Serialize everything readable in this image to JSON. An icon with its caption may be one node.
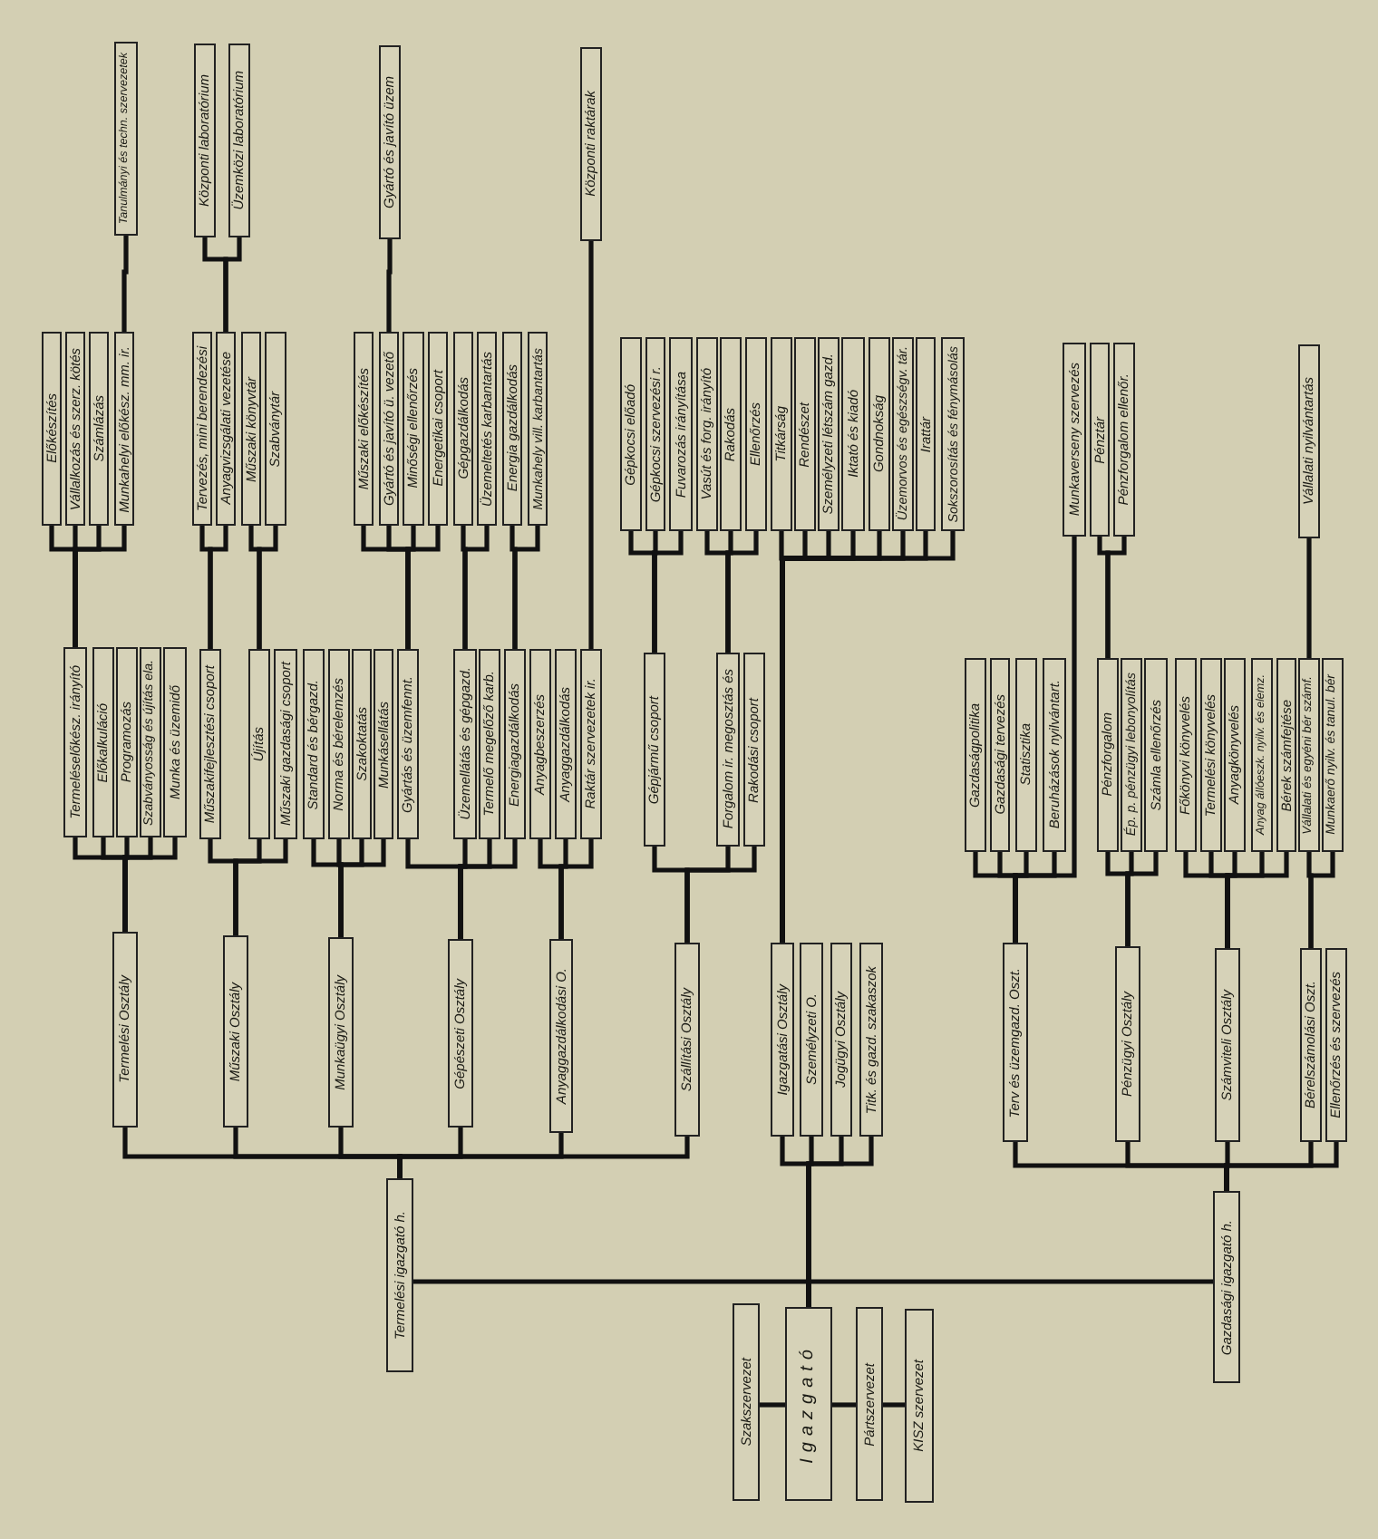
{
  "diagram": {
    "nodes": [
      {
        "text": [
          "Szakszervezet"
        ]
      },
      {
        "text": [
          "Igazgató"
        ]
      },
      {
        "text": [
          "Pártszervezet"
        ]
      },
      {
        "text": [
          "KISZ szervezet"
        ]
      },
      {
        "text": [
          "Termelési igazgató h."
        ]
      },
      {
        "text": [
          "Gazdasági igazgató h."
        ]
      },
      {
        "text": [
          "Termelési Osztály"
        ]
      },
      {
        "text": [
          "Műszaki Osztály"
        ]
      },
      {
        "text": [
          "Munkaügyi Osztály"
        ]
      },
      {
        "text": [
          "Gépészeti Osztály"
        ]
      },
      {
        "text": [
          "Anyaggazdálkodási O."
        ]
      },
      {
        "text": [
          "Szállítási Osztály"
        ]
      },
      {
        "text": [
          "Igazgatási Osztály"
        ]
      },
      {
        "text": [
          "Személyzeti O."
        ]
      },
      {
        "text": [
          "Jogügyi Osztály"
        ]
      },
      {
        "text": [
          "Titk. és gazd. szakaszok"
        ]
      },
      {
        "text": [
          "Terv és üzemgazd. Oszt."
        ]
      },
      {
        "text": [
          "Pénzügyi Osztály"
        ]
      },
      {
        "text": [
          "Számviteli Osztály"
        ]
      },
      {
        "text": [
          "Bérelszámolási Oszt."
        ]
      },
      {
        "text": [
          "Ellenőrzés és szervezés"
        ]
      },
      {
        "text": [
          "Termeléselőkész. irányító"
        ]
      },
      {
        "text": [
          "Előkalkuláció"
        ]
      },
      {
        "text": [
          "Programozás"
        ]
      },
      {
        "text": [
          "Szabványosság és újítás ela."
        ]
      },
      {
        "text": [
          "Munka és üzemidő"
        ]
      },
      {
        "text": [
          "Műszakifejlesztési csoport"
        ]
      },
      {
        "text": [
          "Újítás"
        ]
      },
      {
        "text": [
          "Műszaki gazdasági csoport"
        ]
      },
      {
        "text": [
          "Standard és bérgazd."
        ]
      },
      {
        "text": [
          "Norma és bérelemzés"
        ]
      },
      {
        "text": [
          "Szakoktatás"
        ]
      },
      {
        "text": [
          "Munkásellátás"
        ]
      },
      {
        "text": [
          "Gyártás és üzemfennt."
        ]
      },
      {
        "text": [
          "Üzemellátás és gépgazd."
        ]
      },
      {
        "text": [
          "Termelő megelőző karb."
        ]
      },
      {
        "text": [
          "Energiagazdálkodás"
        ]
      },
      {
        "text": [
          "Anyagbeszerzés"
        ]
      },
      {
        "text": [
          "Anyaggazdálkodás"
        ]
      },
      {
        "text": [
          "Raktár szervezetek ir."
        ]
      },
      {
        "text": [
          "Gépjármű csoport"
        ]
      },
      {
        "text": [
          "Forgalom ir. megosztás és"
        ]
      },
      {
        "text": [
          "Rakodási csoport"
        ]
      },
      {
        "text": [
          "Gazdaságpolitika"
        ]
      },
      {
        "text": [
          "Gazdasági tervezés"
        ]
      },
      {
        "text": [
          "Statisztika"
        ]
      },
      {
        "text": [
          "Beruházások nyilvántart."
        ]
      },
      {
        "text": [
          "Pénzforgalom"
        ]
      },
      {
        "text": [
          "Ép. p. pénzügyi lebonyolítás"
        ]
      },
      {
        "text": [
          "Számla ellenőrzés"
        ]
      },
      {
        "text": [
          "Főkönyvi könyvelés"
        ]
      },
      {
        "text": [
          "Termelési könyvelés"
        ]
      },
      {
        "text": [
          "Anyagkönyvelés"
        ]
      },
      {
        "text": [
          "Anyag állóeszk. nyilv. és elemz."
        ]
      },
      {
        "text": [
          "Bérek számfejtése"
        ]
      },
      {
        "text": [
          "Vállalati és egyéni bér számf."
        ]
      },
      {
        "text": [
          "Munkaerő nyilv. és tanul. bér"
        ]
      },
      {
        "text": [
          "Előkészítés"
        ]
      },
      {
        "text": [
          "Vállalkozás és szerz. kötés"
        ]
      },
      {
        "text": [
          "Számlázás"
        ]
      },
      {
        "text": [
          "Munkahelyi előkész. mm. ir."
        ]
      },
      {
        "text": [
          "Tervezés, mini berendezési"
        ]
      },
      {
        "text": [
          "Anyagvizsgálati vezetése"
        ]
      },
      {
        "text": [
          "Műszaki könyvtár"
        ]
      },
      {
        "text": [
          "Szabványtár"
        ]
      },
      {
        "text": [
          "Műszaki előkészítés"
        ]
      },
      {
        "text": [
          "Gyártó és javító ü. vezető"
        ]
      },
      {
        "text": [
          "Minőségi ellenőrzés"
        ]
      },
      {
        "text": [
          "Energetikai csoport"
        ]
      },
      {
        "text": [
          "Gépgazdálkodás"
        ]
      },
      {
        "text": [
          "Üzemeltetés karbantartás"
        ]
      },
      {
        "text": [
          "Energia gazdálkodás"
        ]
      },
      {
        "text": [
          "Munkahely vill. karbantartás"
        ]
      },
      {
        "text": [
          "Gépkocsi előadó"
        ]
      },
      {
        "text": [
          "Gépkocsi szervezési r."
        ]
      },
      {
        "text": [
          "Fuvarozás irányítása"
        ]
      },
      {
        "text": [
          "Vasút és forg. irányító"
        ]
      },
      {
        "text": [
          "Rakodás"
        ]
      },
      {
        "text": [
          "Ellenőrzés"
        ]
      },
      {
        "text": [
          "Titkárság"
        ]
      },
      {
        "text": [
          "Rendészet"
        ]
      },
      {
        "text": [
          "Személyzeti létszám gazd."
        ]
      },
      {
        "text": [
          "Iktató és kiadó"
        ]
      },
      {
        "text": [
          "Gondnokság"
        ]
      },
      {
        "text": [
          "Üzemorvos és egészségv. tár."
        ]
      },
      {
        "text": [
          "Irattár"
        ]
      },
      {
        "text": [
          "Sokszorosítás és fénymásolás"
        ]
      },
      {
        "text": [
          "Munkaverseny szervezés"
        ]
      },
      {
        "text": [
          "Pénztár"
        ]
      },
      {
        "text": [
          "Pénzforgalom ellenőr."
        ]
      },
      {
        "text": [
          "Vállalati nyilvántartás"
        ]
      },
      {
        "text": [
          "Tanulmányi és techn. szervezetek"
        ]
      },
      {
        "text": [
          "Központi laboratórium"
        ]
      },
      {
        "text": [
          "Üzemközi laboratórium"
        ]
      },
      {
        "text": [
          "Gyártó és javító üzem"
        ]
      },
      {
        "text": [
          "Központi raktárak"
        ]
      }
    ],
    "edges": [
      {
        "from": 1,
        "to": 0,
        "arrow": "none"
      },
      {
        "from": 1,
        "to": 2,
        "arrow": "none"
      },
      {
        "from": 2,
        "to": 3,
        "arrow": "none"
      },
      {
        "from": 1,
        "to": 4,
        "arrow": "none"
      },
      {
        "from": 1,
        "to": 5,
        "arrow": "none"
      },
      {
        "from": 1,
        "to": 12,
        "arrow": "none"
      },
      {
        "from": 1,
        "to": 13,
        "arrow": "none"
      },
      {
        "from": 1,
        "to": 14,
        "arrow": "none"
      },
      {
        "from": 1,
        "to": 15,
        "arrow": "none"
      },
      {
        "from": 4,
        "to": 6,
        "arrow": "none"
      },
      {
        "from": 4,
        "to": 7,
        "arrow": "none"
      },
      {
        "from": 4,
        "to": 8,
        "arrow": "none"
      },
      {
        "from": 4,
        "to": 9,
        "arrow": "none"
      },
      {
        "from": 4,
        "to": 10,
        "arrow": "none"
      },
      {
        "from": 4,
        "to": 11,
        "arrow": "none"
      },
      {
        "from": 5,
        "to": 16,
        "arrow": "none"
      },
      {
        "from": 5,
        "to": 17,
        "arrow": "none"
      },
      {
        "from": 5,
        "to": 18,
        "arrow": "none"
      },
      {
        "from": 5,
        "to": 19,
        "arrow": "none"
      },
      {
        "from": 5,
        "to": 20,
        "arrow": "none"
      },
      {
        "from": 6,
        "to": 21,
        "arrow": "none"
      },
      {
        "from": 6,
        "to": 22,
        "arrow": "none"
      },
      {
        "from": 6,
        "to": 23,
        "arrow": "none"
      },
      {
        "from": 6,
        "to": 24,
        "arrow": "none"
      },
      {
        "from": 6,
        "to": 25,
        "arrow": "none"
      },
      {
        "from": 7,
        "to": 26,
        "arrow": "none"
      },
      {
        "from": 7,
        "to": 27,
        "arrow": "none"
      },
      {
        "from": 7,
        "to": 28,
        "arrow": "none"
      },
      {
        "from": 8,
        "to": 29,
        "arrow": "none"
      },
      {
        "from": 8,
        "to": 30,
        "arrow": "none"
      },
      {
        "from": 8,
        "to": 31,
        "arrow": "none"
      },
      {
        "from": 8,
        "to": 32,
        "arrow": "none"
      },
      {
        "from": 9,
        "to": 33,
        "arrow": "none"
      },
      {
        "from": 9,
        "to": 34,
        "arrow": "none"
      },
      {
        "from": 9,
        "to": 35,
        "arrow": "none"
      },
      {
        "from": 9,
        "to": 36,
        "arrow": "none"
      },
      {
        "from": 10,
        "to": 37,
        "arrow": "none"
      },
      {
        "from": 10,
        "to": 38,
        "arrow": "none"
      },
      {
        "from": 10,
        "to": 39,
        "arrow": "none"
      },
      {
        "from": 11,
        "to": 40,
        "arrow": "none"
      },
      {
        "from": 11,
        "to": 41,
        "arrow": "none"
      },
      {
        "from": 11,
        "to": 42,
        "arrow": "none"
      },
      {
        "from": 16,
        "to": 43,
        "arrow": "none"
      },
      {
        "from": 16,
        "to": 44,
        "arrow": "none"
      },
      {
        "from": 16,
        "to": 45,
        "arrow": "none"
      },
      {
        "from": 16,
        "to": 46,
        "arrow": "none"
      },
      {
        "from": 16,
        "to": 87,
        "arrow": "none"
      },
      {
        "from": 17,
        "to": 47,
        "arrow": "none"
      },
      {
        "from": 17,
        "to": 48,
        "arrow": "none"
      },
      {
        "from": 17,
        "to": 49,
        "arrow": "none"
      },
      {
        "from": 18,
        "to": 50,
        "arrow": "none"
      },
      {
        "from": 18,
        "to": 51,
        "arrow": "none"
      },
      {
        "from": 18,
        "to": 52,
        "arrow": "none"
      },
      {
        "from": 18,
        "to": 53,
        "arrow": "none"
      },
      {
        "from": 18,
        "to": 54,
        "arrow": "none"
      },
      {
        "from": 19,
        "to": 55,
        "arrow": "none"
      },
      {
        "from": 19,
        "to": 56,
        "arrow": "none"
      },
      {
        "from": 21,
        "to": 57,
        "arrow": "none"
      },
      {
        "from": 21,
        "to": 58,
        "arrow": "none"
      },
      {
        "from": 21,
        "to": 59,
        "arrow": "none"
      },
      {
        "from": 21,
        "to": 60,
        "arrow": "none"
      },
      {
        "from": 26,
        "to": 61,
        "arrow": "none"
      },
      {
        "from": 26,
        "to": 62,
        "arrow": "none"
      },
      {
        "from": 27,
        "to": 63,
        "arrow": "none"
      },
      {
        "from": 27,
        "to": 64,
        "arrow": "none"
      },
      {
        "from": 33,
        "to": 65,
        "arrow": "none"
      },
      {
        "from": 33,
        "to": 66,
        "arrow": "none"
      },
      {
        "from": 33,
        "to": 67,
        "arrow": "none"
      },
      {
        "from": 33,
        "to": 68,
        "arrow": "none"
      },
      {
        "from": 34,
        "to": 69,
        "arrow": "none"
      },
      {
        "from": 34,
        "to": 70,
        "arrow": "none"
      },
      {
        "from": 36,
        "to": 71,
        "arrow": "none"
      },
      {
        "from": 36,
        "to": 72,
        "arrow": "none"
      },
      {
        "from": 40,
        "to": 73,
        "arrow": "none"
      },
      {
        "from": 40,
        "to": 74,
        "arrow": "none"
      },
      {
        "from": 40,
        "to": 75,
        "arrow": "none"
      },
      {
        "from": 41,
        "to": 76,
        "arrow": "none"
      },
      {
        "from": 41,
        "to": 77,
        "arrow": "none"
      },
      {
        "from": 41,
        "to": 78,
        "arrow": "none"
      },
      {
        "from": 12,
        "to": 79,
        "arrow": "none"
      },
      {
        "from": 12,
        "to": 80,
        "arrow": "none"
      },
      {
        "from": 12,
        "to": 81,
        "arrow": "none"
      },
      {
        "from": 12,
        "to": 82,
        "arrow": "none"
      },
      {
        "from": 12,
        "to": 83,
        "arrow": "none"
      },
      {
        "from": 12,
        "to": 84,
        "arrow": "none"
      },
      {
        "from": 12,
        "to": 85,
        "arrow": "none"
      },
      {
        "from": 12,
        "to": 86,
        "arrow": "none"
      },
      {
        "from": 47,
        "to": 88,
        "arrow": "none"
      },
      {
        "from": 47,
        "to": 89,
        "arrow": "none"
      },
      {
        "from": 55,
        "to": 90,
        "arrow": "none"
      },
      {
        "from": 60,
        "to": 91,
        "arrow": "none"
      },
      {
        "from": 62,
        "to": 92,
        "arrow": "none"
      },
      {
        "from": 62,
        "to": 93,
        "arrow": "none"
      },
      {
        "from": 66,
        "to": 94,
        "arrow": "none"
      },
      {
        "from": 39,
        "to": 95,
        "arrow": "none"
      }
    ]
  }
}
